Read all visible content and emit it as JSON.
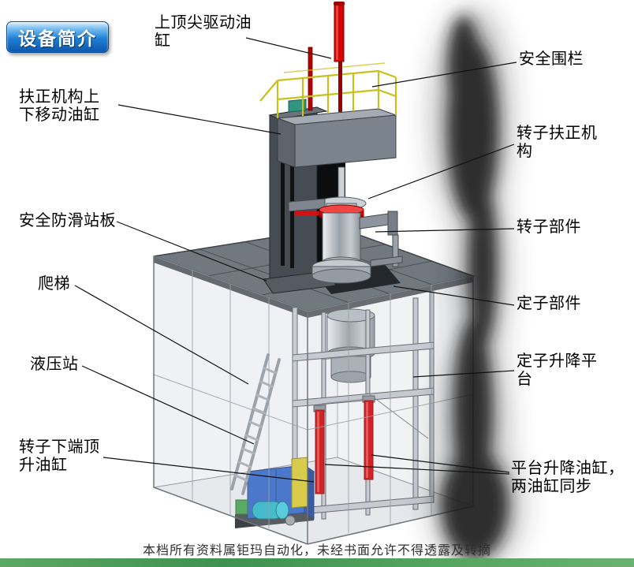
{
  "badge": {
    "label": "设备简介"
  },
  "labels": {
    "top_drive_cylinder": "上顶尖驱动油\n缸",
    "safety_fence": "安全围栏",
    "centering_updown_cylinder": "扶正机构上\n下移动油缸",
    "rotor_centering_mechanism": "转子扶正机\n构",
    "antislip_platform": "安全防滑站板",
    "rotor_part": "转子部件",
    "ladder": "爬梯",
    "stator_part": "定子部件",
    "hydraulic_station": "液压站",
    "stator_lift_platform": "定子升降平\n台",
    "rotor_bottom_jack_cylinder": "转子下端顶\n升油缸",
    "platform_lift_cylinders": "平台升降油缸，\n两油缸同步"
  },
  "footer": {
    "text": "本档所有资料属钜玛自动化，未经书面允许不得透露及转摘"
  },
  "colors": {
    "cylinder_red": "#d40404",
    "fence_yellow": "#c9bf1e",
    "hydraulic_blue": "#2e62c6",
    "motor_cyan": "#27b4c6",
    "bottom_strip_green": "#4a9f5a",
    "badge_blue": "#1f7fd4",
    "platform_gray": "#717880"
  }
}
